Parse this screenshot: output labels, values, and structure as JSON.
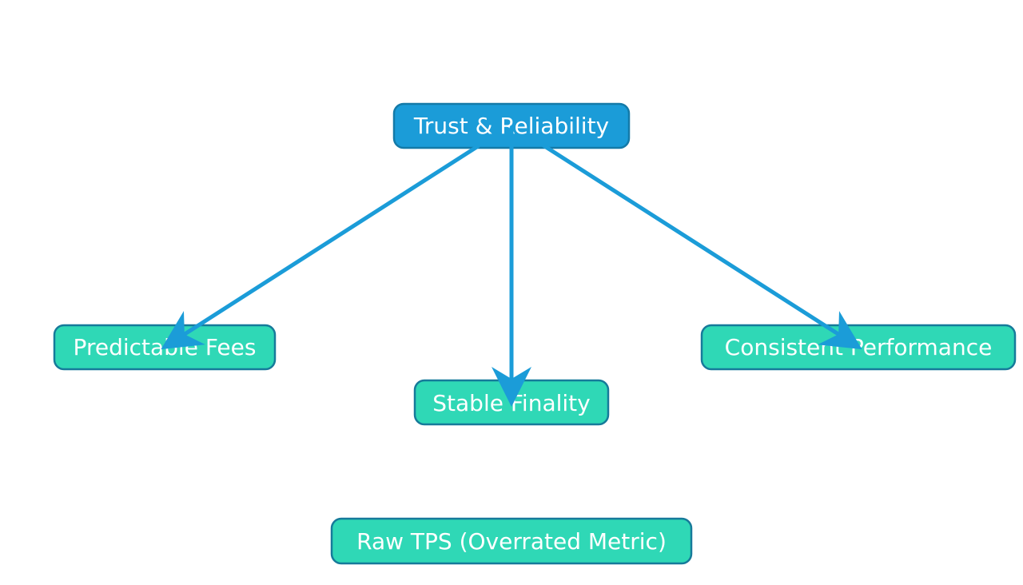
{
  "colors": {
    "root_fill": "#1b9cd8",
    "root_stroke": "#147aa8",
    "child_fill": "#2fd8b6",
    "child_stroke": "#167a9a",
    "edge": "#1b9cd8",
    "text": "#ffffff"
  },
  "nodes": {
    "root": {
      "label": "Trust & Reliability"
    },
    "fees": {
      "label": "Predictable Fees"
    },
    "finality": {
      "label": "Stable Finality"
    },
    "performance": {
      "label": "Consistent Performance"
    },
    "tps": {
      "label": "Raw TPS (Overrated Metric)"
    }
  },
  "edges": [
    {
      "from": "root",
      "to": "fees"
    },
    {
      "from": "root",
      "to": "finality"
    },
    {
      "from": "root",
      "to": "performance"
    }
  ]
}
